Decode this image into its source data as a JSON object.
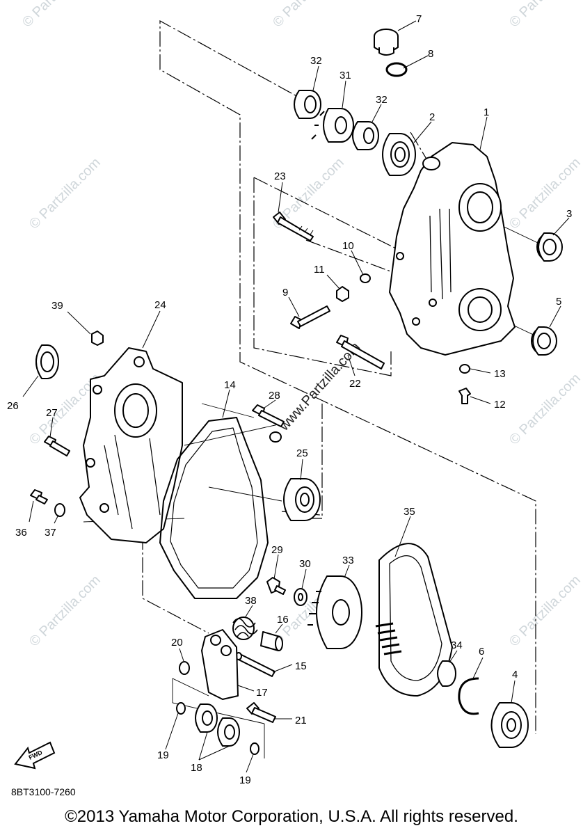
{
  "watermark": "© Partzilla.com",
  "watermark_center": "www.Partzilla.com",
  "fwd_label": "FWD",
  "part_code": "8BT3100-7260",
  "copyright": "©2013  Yamaha Motor Corporation, U.S.A. All rights reserved.",
  "callouts": {
    "p1": "1",
    "p2": "2",
    "p3": "3",
    "p4": "4",
    "p5": "5",
    "p6": "6",
    "p7": "7",
    "p8": "8",
    "p9": "9",
    "p10": "10",
    "p11": "11",
    "p12": "12",
    "p13": "13",
    "p14": "14",
    "p15": "15",
    "p16": "16",
    "p17": "17",
    "p18": "18",
    "p19a": "19",
    "p19b": "19",
    "p20": "20",
    "p21": "21",
    "p22": "22",
    "p23": "23",
    "p24": "24",
    "p25": "25",
    "p26": "26",
    "p27": "27",
    "p28": "28",
    "p29": "29",
    "p30": "30",
    "p31": "31",
    "p32a": "32",
    "p32b": "32",
    "p33": "33",
    "p34": "34",
    "p35": "35",
    "p36": "36",
    "p37": "37",
    "p38": "38",
    "p39": "39"
  }
}
